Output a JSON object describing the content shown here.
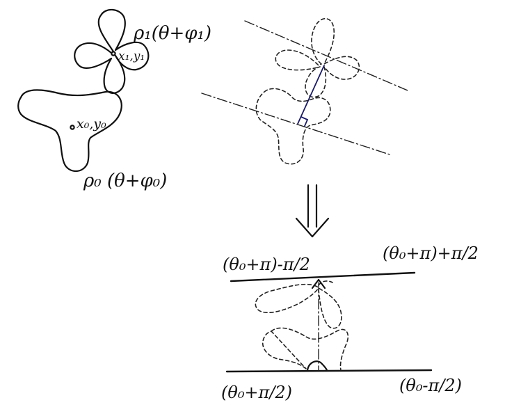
{
  "labels": {
    "rho1": "ρ₁(θ+φ₁)",
    "xy1": "x₁,y₁",
    "xy0": "x₀,y₀",
    "rho0": "ρ₀ (θ+φ₀)",
    "top_left": "(θ₀+π)-π/2",
    "top_right": "(θ₀+π)+π/2",
    "bottom_left": "(θ₀+π/2)",
    "bottom_right": "(θ₀-π/2)"
  },
  "colors": {
    "ink": "#111111",
    "accent": "#1a1a6a"
  },
  "icons": {
    "transform_arrow": "double-down-arrow-icon"
  }
}
